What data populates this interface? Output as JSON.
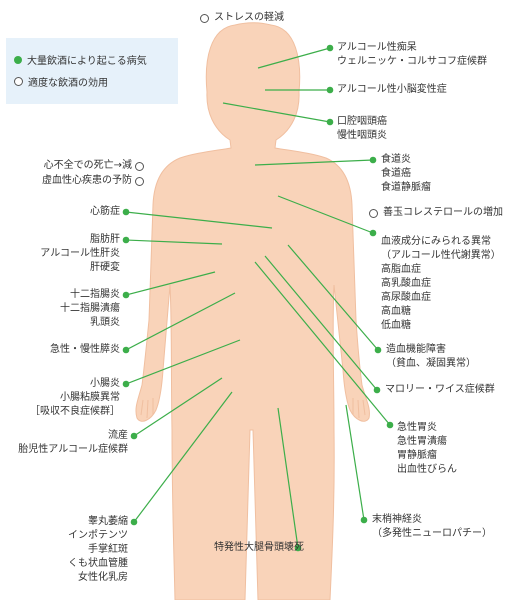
{
  "legend": {
    "disease_label": "大量飲酒により起こる病気",
    "benefit_label": "適度な飲酒の効用"
  },
  "top_benefit": "ストレスの軽減",
  "mid_benefit": "善玉コレステロールの増加",
  "left_benefits": [
    "心不全での死亡→減",
    "虚血性心疾患の予防"
  ],
  "right_labels": {
    "brain": [
      "アルコール性痴呆",
      "ウェルニッケ・コルサコフ症候群"
    ],
    "cerebellum": "アルコール性小脳変性症",
    "mouth": [
      "口腔咽頭癌",
      "慢性咽頭炎"
    ],
    "esophagus": [
      "食道炎",
      "食道癌",
      "食道静脈瘤"
    ],
    "blood": [
      "血液成分にみられる異常",
      "（アルコール性代謝異常）",
      "高脂血症",
      "高乳酸血症",
      "高尿酸血症",
      "高血糖",
      "低血糖"
    ],
    "hematopoietic": [
      "造血機能障害",
      "（貧血、凝固異常）"
    ],
    "mallory": "マロリー・ワイス症候群",
    "stomach": [
      "急性胃炎",
      "急性胃潰瘍",
      "胃静脈瘤",
      "出血性びらん"
    ],
    "nerve": [
      "末梢神経炎",
      "（多発性ニューロパチー）"
    ]
  },
  "left_labels": {
    "cardio": "心筋症",
    "liver": [
      "脂肪肝",
      "アルコール性肝炎",
      "肝硬変"
    ],
    "duodenum": [
      "十二指腸炎",
      "十二指腸潰瘍",
      "乳頭炎"
    ],
    "pancreas": "急性・慢性膵炎",
    "intestine": [
      "小腸炎",
      "小腸粘膜異常",
      "［吸収不良症候群］"
    ],
    "fetal": [
      "流産",
      "胎児性アルコール症候群"
    ],
    "testis": [
      "睾丸萎縮",
      "インポテンツ",
      "手掌紅斑",
      "くも状血管腫",
      "女性化乳房"
    ]
  },
  "bottom_label": "特発性大腿骨頭壊死",
  "colors": {
    "skin": "#f9d3b9",
    "skin_stroke": "#f0bfa0",
    "marker": "#3cae4a",
    "legend_bg": "#e6f1fa",
    "text": "#333333"
  }
}
